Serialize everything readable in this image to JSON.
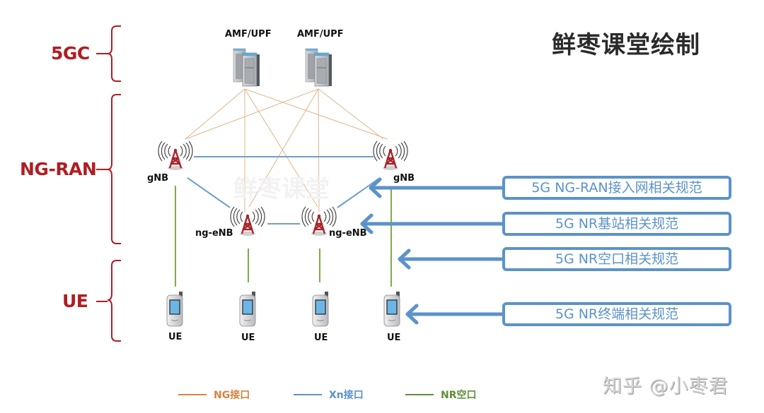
{
  "title": "鲜枣课堂绘制",
  "watermark": "知乎 @小枣君",
  "ghost_watermark": "鲜枣课堂",
  "layers": [
    {
      "label": "5GC"
    },
    {
      "label": "NG-RAN"
    },
    {
      "label": "UE"
    }
  ],
  "core_nodes": [
    {
      "label": "AMF/UPF",
      "icon": "server-icon"
    },
    {
      "label": "AMF/UPF",
      "icon": "server-icon"
    }
  ],
  "ran_nodes": [
    {
      "label": "gNB",
      "icon": "cell-tower-icon"
    },
    {
      "label": "gNB",
      "icon": "cell-tower-icon"
    },
    {
      "label": "ng-eNB",
      "icon": "cell-tower-icon"
    },
    {
      "label": "ng-eNB",
      "icon": "cell-tower-icon"
    }
  ],
  "ue_nodes": [
    {
      "label": "UE",
      "icon": "mobile-phone-icon"
    },
    {
      "label": "UE",
      "icon": "mobile-phone-icon"
    },
    {
      "label": "UE",
      "icon": "mobile-phone-icon"
    },
    {
      "label": "UE",
      "icon": "mobile-phone-icon"
    }
  ],
  "spec_boxes": [
    {
      "label": "5G NG-RAN接入网相关规范"
    },
    {
      "label": "5G NR基站相关规范"
    },
    {
      "label": "5G NR空口相关规范"
    },
    {
      "label": "5G NR终端相关规范"
    }
  ],
  "legend": [
    {
      "label": "NG接口",
      "color": "#d9823f"
    },
    {
      "label": "Xn接口",
      "color": "#5b93c9"
    },
    {
      "label": "NR空口",
      "color": "#5f8f3a"
    }
  ],
  "colors": {
    "layer_red": "#b01d23",
    "ng_line": "#e2b58a",
    "xn_line": "#6a9fcf",
    "nr_line": "#7aad4a",
    "spec_blue": "#5b93c9"
  }
}
